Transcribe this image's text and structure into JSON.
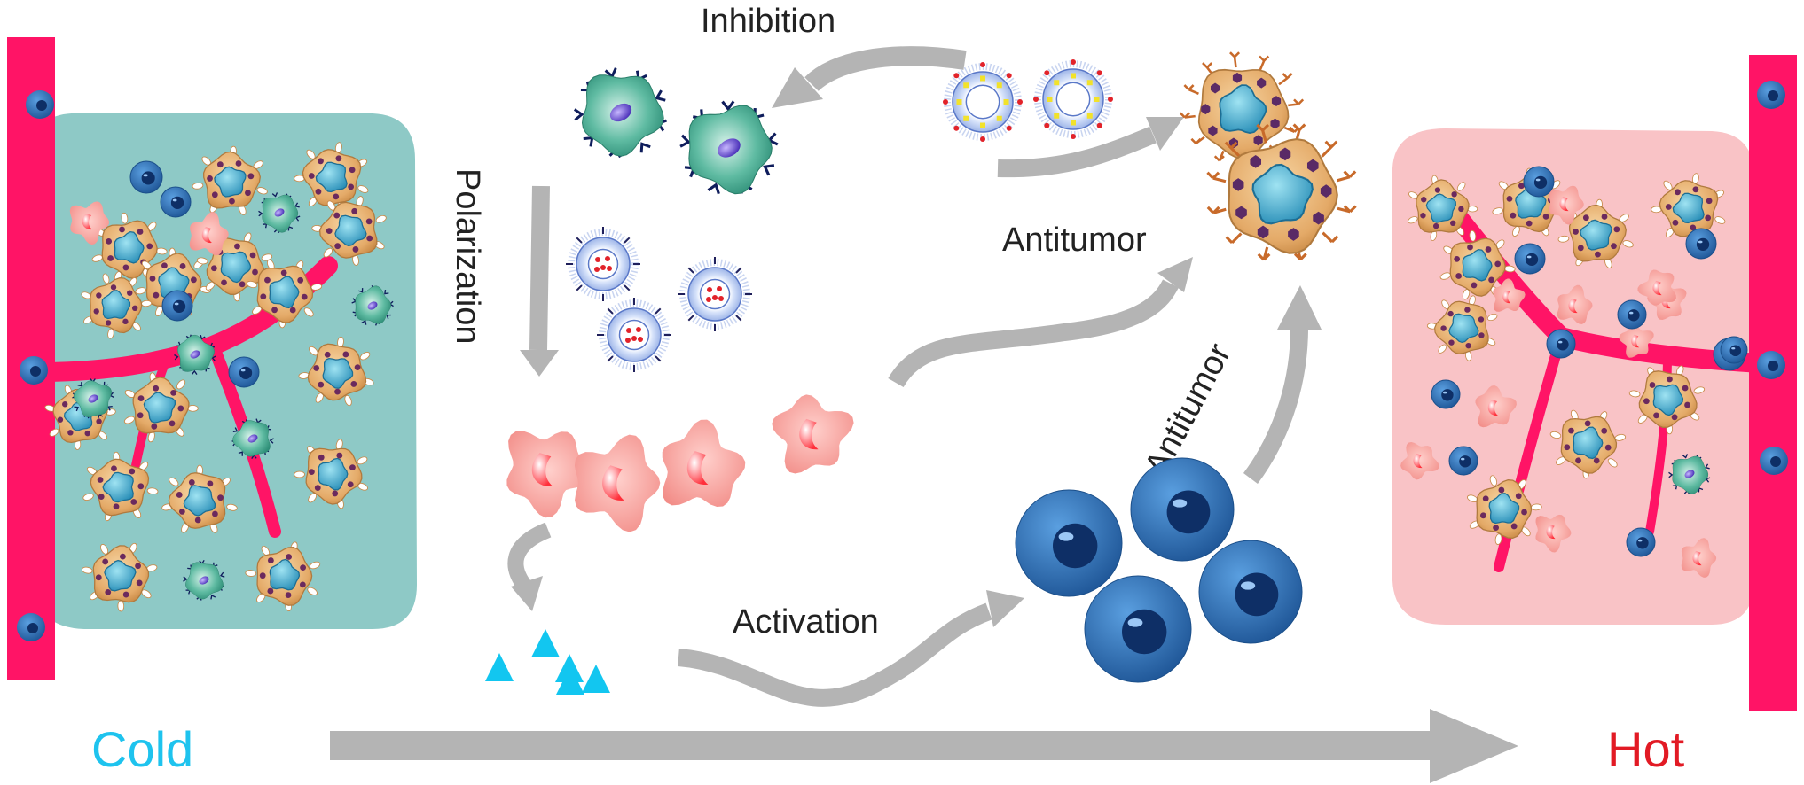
{
  "labels": {
    "inhibition": "Inhibition",
    "polarization": "Polarization",
    "antitumor_top": "Antitumor",
    "antitumor_side": "Antitumor",
    "activation": "Activation",
    "cold": "Cold",
    "hot": "Hot"
  },
  "colors": {
    "vessel": "#ff1466",
    "cold_tissue": "#8ec9c6",
    "hot_tissue": "#f9c3c6",
    "arrow": "#b4b4b4",
    "cold_text": "#1ec3ee",
    "hot_text": "#e21a24",
    "tumor_cell": "#e0a866",
    "t_cell": "#2b6fb8",
    "m1_macrophage": "#f49a96",
    "m2_macrophage": "#3aa88c",
    "cytokine": "#12c6f0",
    "nanoparticle_shell": "#b8c8ec"
  },
  "icons": [
    "blood-vessel-icon",
    "tumor-cell-icon",
    "t-cell-icon",
    "m1-macrophage-icon",
    "m2-macrophage-icon",
    "liposome-nanoparticle-icon",
    "cytokine-icon",
    "arrow-icon"
  ]
}
